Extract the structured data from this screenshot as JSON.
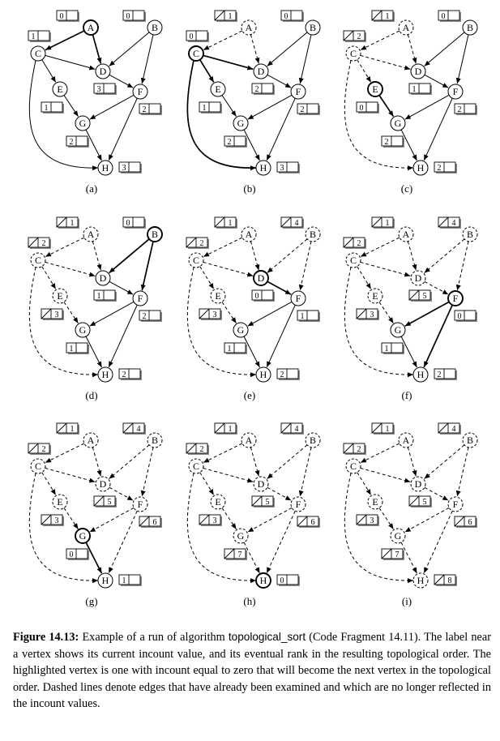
{
  "figure": {
    "edges": [
      [
        "A",
        "C"
      ],
      [
        "A",
        "D"
      ],
      [
        "B",
        "D"
      ],
      [
        "B",
        "F"
      ],
      [
        "C",
        "D"
      ],
      [
        "C",
        "E"
      ],
      [
        "C",
        "H"
      ],
      [
        "D",
        "F"
      ],
      [
        "E",
        "G"
      ],
      [
        "F",
        "G"
      ],
      [
        "F",
        "H"
      ],
      [
        "G",
        "H"
      ]
    ],
    "panels": [
      {
        "label": "(a)",
        "current": "A",
        "counts": {
          "A": "0",
          "B": "0",
          "C": "1",
          "D": "3",
          "E": "1",
          "F": "2",
          "G": "2",
          "H": "3"
        },
        "done": [],
        "dashed": []
      },
      {
        "label": "(b)",
        "current": "C",
        "counts": {
          "A": "1",
          "B": "0",
          "C": "0",
          "D": "2",
          "E": "1",
          "F": "2",
          "G": "2",
          "H": "3"
        },
        "done": [
          "A"
        ],
        "dashed": [
          [
            "A",
            "C"
          ],
          [
            "A",
            "D"
          ]
        ]
      },
      {
        "label": "(c)",
        "current": "E",
        "counts": {
          "A": "1",
          "B": "0",
          "C": "2",
          "D": "1",
          "E": "0",
          "F": "2",
          "G": "2",
          "H": "2"
        },
        "done": [
          "A",
          "C"
        ],
        "dashed": [
          [
            "A",
            "C"
          ],
          [
            "A",
            "D"
          ],
          [
            "C",
            "D"
          ],
          [
            "C",
            "E"
          ],
          [
            "C",
            "H"
          ]
        ]
      },
      {
        "label": "(d)",
        "current": "B",
        "counts": {
          "A": "1",
          "B": "0",
          "C": "2",
          "D": "1",
          "E": "3",
          "F": "2",
          "G": "1",
          "H": "2"
        },
        "done": [
          "A",
          "C",
          "E"
        ],
        "dashed": [
          [
            "A",
            "C"
          ],
          [
            "A",
            "D"
          ],
          [
            "C",
            "D"
          ],
          [
            "C",
            "E"
          ],
          [
            "C",
            "H"
          ],
          [
            "E",
            "G"
          ]
        ]
      },
      {
        "label": "(e)",
        "current": "D",
        "counts": {
          "A": "1",
          "B": "4",
          "C": "2",
          "D": "0",
          "E": "3",
          "F": "1",
          "G": "1",
          "H": "2"
        },
        "done": [
          "A",
          "C",
          "E",
          "B"
        ],
        "dashed": [
          [
            "A",
            "C"
          ],
          [
            "A",
            "D"
          ],
          [
            "C",
            "D"
          ],
          [
            "C",
            "E"
          ],
          [
            "C",
            "H"
          ],
          [
            "E",
            "G"
          ],
          [
            "B",
            "D"
          ],
          [
            "B",
            "F"
          ]
        ]
      },
      {
        "label": "(f)",
        "current": "F",
        "counts": {
          "A": "1",
          "B": "4",
          "C": "2",
          "D": "5",
          "E": "3",
          "F": "0",
          "G": "1",
          "H": "2"
        },
        "done": [
          "A",
          "C",
          "E",
          "B",
          "D"
        ],
        "dashed": [
          [
            "A",
            "C"
          ],
          [
            "A",
            "D"
          ],
          [
            "C",
            "D"
          ],
          [
            "C",
            "E"
          ],
          [
            "C",
            "H"
          ],
          [
            "E",
            "G"
          ],
          [
            "B",
            "D"
          ],
          [
            "B",
            "F"
          ],
          [
            "D",
            "F"
          ]
        ]
      },
      {
        "label": "(g)",
        "current": "G",
        "counts": {
          "A": "1",
          "B": "4",
          "C": "2",
          "D": "5",
          "E": "3",
          "F": "6",
          "G": "0",
          "H": "1"
        },
        "done": [
          "A",
          "C",
          "E",
          "B",
          "D",
          "F"
        ],
        "dashed": [
          [
            "A",
            "C"
          ],
          [
            "A",
            "D"
          ],
          [
            "C",
            "D"
          ],
          [
            "C",
            "E"
          ],
          [
            "C",
            "H"
          ],
          [
            "E",
            "G"
          ],
          [
            "B",
            "D"
          ],
          [
            "B",
            "F"
          ],
          [
            "D",
            "F"
          ],
          [
            "F",
            "G"
          ],
          [
            "F",
            "H"
          ]
        ]
      },
      {
        "label": "(h)",
        "current": "H",
        "counts": {
          "A": "1",
          "B": "4",
          "C": "2",
          "D": "5",
          "E": "3",
          "F": "6",
          "G": "7",
          "H": "0"
        },
        "done": [
          "A",
          "C",
          "E",
          "B",
          "D",
          "F",
          "G"
        ],
        "dashed": [
          [
            "A",
            "C"
          ],
          [
            "A",
            "D"
          ],
          [
            "C",
            "D"
          ],
          [
            "C",
            "E"
          ],
          [
            "C",
            "H"
          ],
          [
            "E",
            "G"
          ],
          [
            "B",
            "D"
          ],
          [
            "B",
            "F"
          ],
          [
            "D",
            "F"
          ],
          [
            "F",
            "G"
          ],
          [
            "F",
            "H"
          ],
          [
            "G",
            "H"
          ]
        ]
      },
      {
        "label": "(i)",
        "current": "",
        "counts": {
          "A": "1",
          "B": "4",
          "C": "2",
          "D": "5",
          "E": "3",
          "F": "6",
          "G": "7",
          "H": "8"
        },
        "done": [
          "A",
          "C",
          "E",
          "B",
          "D",
          "F",
          "G",
          "H"
        ],
        "dashed": [
          [
            "A",
            "C"
          ],
          [
            "A",
            "D"
          ],
          [
            "C",
            "D"
          ],
          [
            "C",
            "E"
          ],
          [
            "C",
            "H"
          ],
          [
            "E",
            "G"
          ],
          [
            "B",
            "D"
          ],
          [
            "B",
            "F"
          ],
          [
            "D",
            "F"
          ],
          [
            "F",
            "G"
          ],
          [
            "F",
            "H"
          ],
          [
            "G",
            "H"
          ]
        ]
      }
    ]
  },
  "caption": {
    "label": "Figure 14.13:",
    "text_1": " Example of a run of algorithm ",
    "code": "topological_sort",
    "text_2": " (Code Fragment 14.11). The label near a vertex shows its current incount value, and its eventual rank in the resulting topological order. The highlighted vertex is one with incount equal to zero that will become the next vertex in the topological order. Dashed lines denote edges that have already been examined and which are no longer reflected in the incount values."
  }
}
